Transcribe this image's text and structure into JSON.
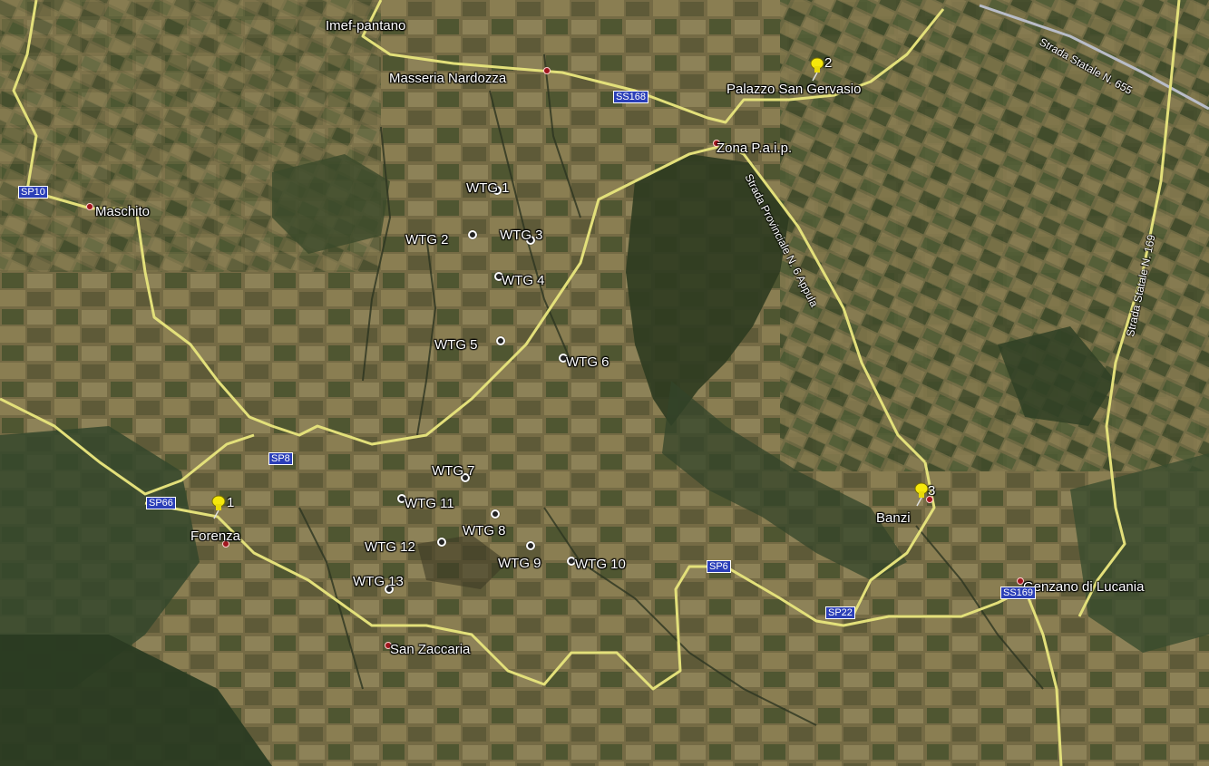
{
  "places": [
    {
      "id": "imef-pantano",
      "label": "Imef-pantano"
    },
    {
      "id": "masseria-nardozza",
      "label": "Masseria Nardozza"
    },
    {
      "id": "palazzo-san-gervasio",
      "label": "Palazzo San Gervasio"
    },
    {
      "id": "zona-paip",
      "label": "Zona P.a.i.p."
    },
    {
      "id": "maschito",
      "label": "Maschito"
    },
    {
      "id": "forenza",
      "label": "Forenza"
    },
    {
      "id": "san-zaccaria",
      "label": "San Zaccaria"
    },
    {
      "id": "banzi",
      "label": "Banzi"
    },
    {
      "id": "genzano",
      "label": "Genzano di Lucania"
    }
  ],
  "turbines": [
    {
      "id": "wtg-1",
      "label": "WTG 1"
    },
    {
      "id": "wtg-2",
      "label": "WTG 2"
    },
    {
      "id": "wtg-3",
      "label": "WTG 3"
    },
    {
      "id": "wtg-4",
      "label": "WTG 4"
    },
    {
      "id": "wtg-5",
      "label": "WTG 5"
    },
    {
      "id": "wtg-6",
      "label": "WTG 6"
    },
    {
      "id": "wtg-7",
      "label": "WTG 7"
    },
    {
      "id": "wtg-8",
      "label": "WTG 8"
    },
    {
      "id": "wtg-9",
      "label": "WTG 9"
    },
    {
      "id": "wtg-10",
      "label": "WTG 10"
    },
    {
      "id": "wtg-11",
      "label": "WTG 11"
    },
    {
      "id": "wtg-12",
      "label": "WTG 12"
    },
    {
      "id": "wtg-13",
      "label": "WTG 13"
    }
  ],
  "road_shields": [
    {
      "id": "sp10",
      "label": "SP10"
    },
    {
      "id": "ss168",
      "label": "SS168"
    },
    {
      "id": "sp8",
      "label": "SP8"
    },
    {
      "id": "sp66",
      "label": "SP66"
    },
    {
      "id": "sp6",
      "label": "SP6"
    },
    {
      "id": "sp22",
      "label": "SP22"
    },
    {
      "id": "ss169",
      "label": "SS169"
    }
  ],
  "road_labels": [
    {
      "id": "strada-statale-655",
      "label": "Strada Statale N. 655"
    },
    {
      "id": "strada-provinciale-6",
      "label": "Strada Provinciale N. 6 Appula"
    },
    {
      "id": "strada-statale-169",
      "label": "Strada Statale N. 169"
    }
  ],
  "pins": [
    {
      "id": "pin-1",
      "label": "1"
    },
    {
      "id": "pin-2",
      "label": "2"
    },
    {
      "id": "pin-3",
      "label": "3"
    }
  ],
  "colors": {
    "boundary": "#e3e07a",
    "shield": "#2b3fb8",
    "pin": "#f5e80c",
    "town": "#a0161e",
    "forest": "#2f3f22",
    "farmland": "#7a7046"
  }
}
